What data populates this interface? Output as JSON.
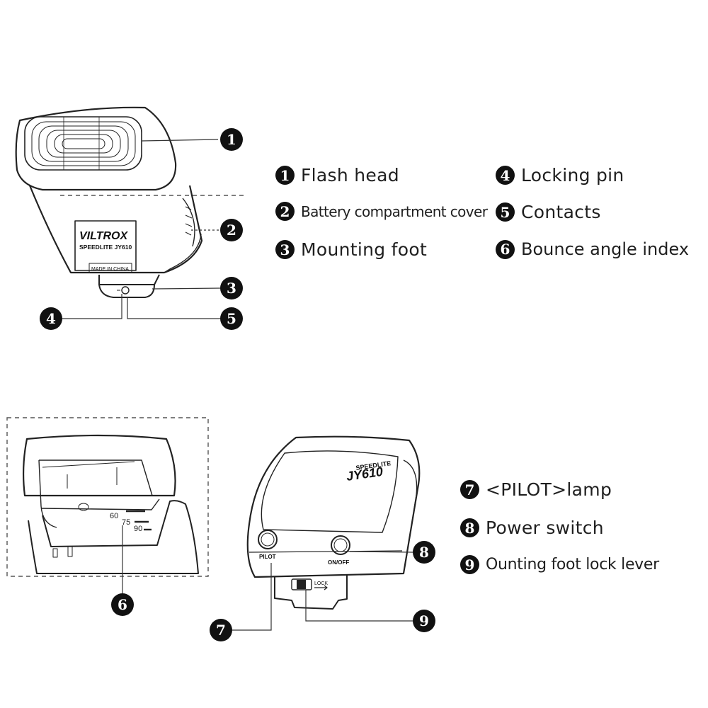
{
  "device": {
    "brand": "VILTROX",
    "model": "SPEEDLITE JY610",
    "origin": "MADE IN CHINA",
    "back_brand_small": "SPEEDLITE",
    "back_model": "JY610",
    "pilot_label": "PILOT",
    "onoff_label": "ON/OFF",
    "lock_label": "LOCK",
    "bounce_ticks": [
      "60",
      "75",
      "90"
    ]
  },
  "callouts": [
    "1",
    "2",
    "3",
    "4",
    "5",
    "6",
    "7",
    "8",
    "9"
  ],
  "legend": [
    {
      "num": "1",
      "label": "Flash head"
    },
    {
      "num": "2",
      "label": "Battery compartment cover"
    },
    {
      "num": "3",
      "label": "Mounting foot"
    },
    {
      "num": "4",
      "label": "Locking pin"
    },
    {
      "num": "5",
      "label": "Contacts"
    },
    {
      "num": "6",
      "label": "Bounce angle index"
    },
    {
      "num": "7",
      "label": "<PILOT>lamp"
    },
    {
      "num": "8",
      "label": "Power switch"
    },
    {
      "num": "9",
      "label": "Ounting foot lock lever"
    }
  ]
}
